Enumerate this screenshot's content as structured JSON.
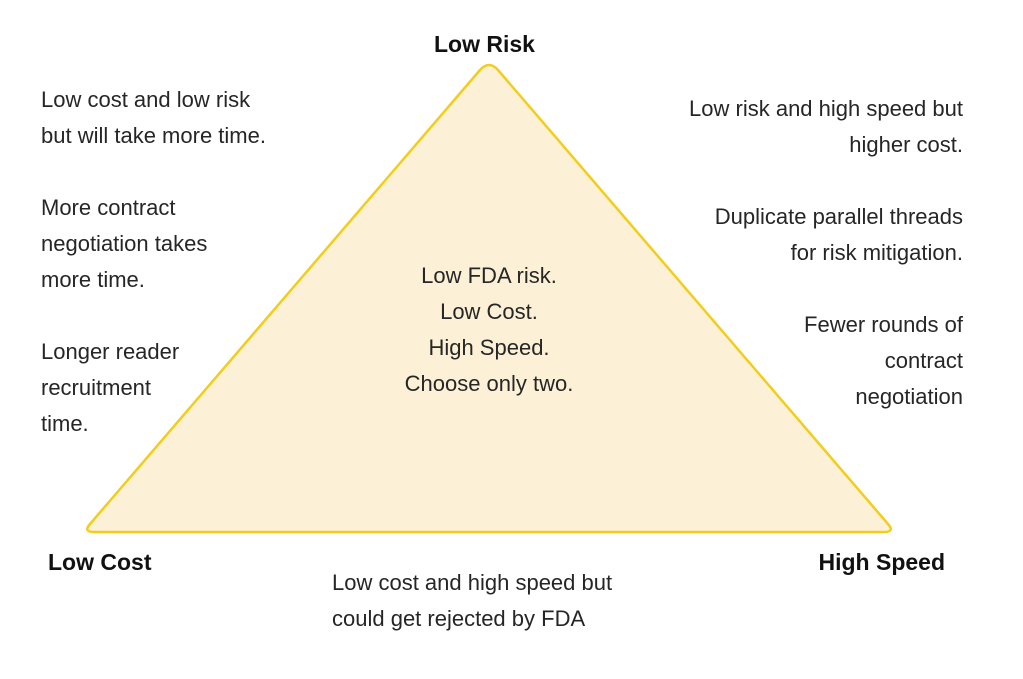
{
  "colors": {
    "triangle_fill": "#fcf1d6",
    "triangle_stroke": "#f2cd1c"
  },
  "vertices": {
    "top": "Low Risk",
    "left": "Low Cost",
    "right": "High Speed"
  },
  "center_text": [
    "Low FDA risk.",
    "Low Cost.",
    "High Speed.",
    "Choose only two."
  ],
  "left_notes": [
    [
      "Low cost and low risk",
      "but will take more time."
    ],
    [
      "More contract",
      "negotiation takes",
      "more time."
    ],
    [
      "Longer reader",
      "recruitment",
      "time."
    ]
  ],
  "right_notes": [
    [
      "Low risk and high speed but",
      "higher cost."
    ],
    [
      "Duplicate parallel threads",
      "for risk mitigation."
    ],
    [
      "Fewer rounds of",
      "contract",
      "negotiation"
    ]
  ],
  "bottom_note": [
    "Low cost and high speed but",
    "could get rejected by FDA"
  ]
}
